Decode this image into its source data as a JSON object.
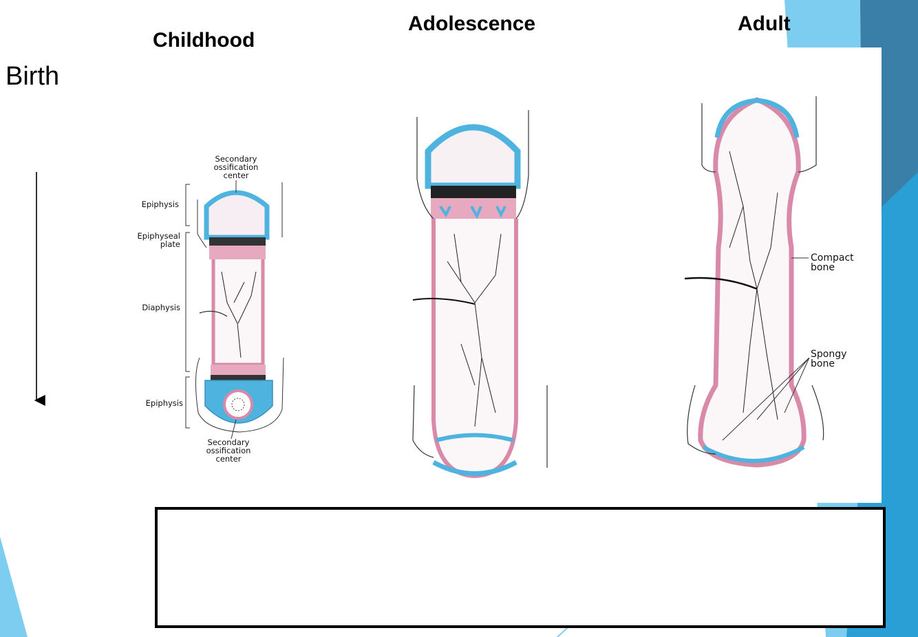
{
  "headings": {
    "childhood": "Childhood",
    "adolescence": "Adolescence",
    "adult": "Adult"
  },
  "timeline": {
    "start_label": "Birth"
  },
  "childhood_labels": {
    "secondary_top_1": "Secondary",
    "secondary_top_2": "ossification",
    "secondary_top_3": "center",
    "epiphysis_top": "Epiphysis",
    "epiphyseal_1": "Epiphyseal",
    "epiphyseal_2": "plate",
    "diaphysis": "Diaphysis",
    "epiphysis_bottom": "Epiphysis",
    "secondary_bottom_1": "Secondary",
    "secondary_bottom_2": "ossification",
    "secondary_bottom_3": "center"
  },
  "adult_labels": {
    "compact_1": "Compact",
    "compact_2": "bone",
    "spongy_1": "Spongy",
    "spongy_2": "bone"
  },
  "colors": {
    "cartilage_blue": "#4fb3e0",
    "bone_pink": "#d98aa8",
    "theme_blue": "#2a9fd6"
  }
}
